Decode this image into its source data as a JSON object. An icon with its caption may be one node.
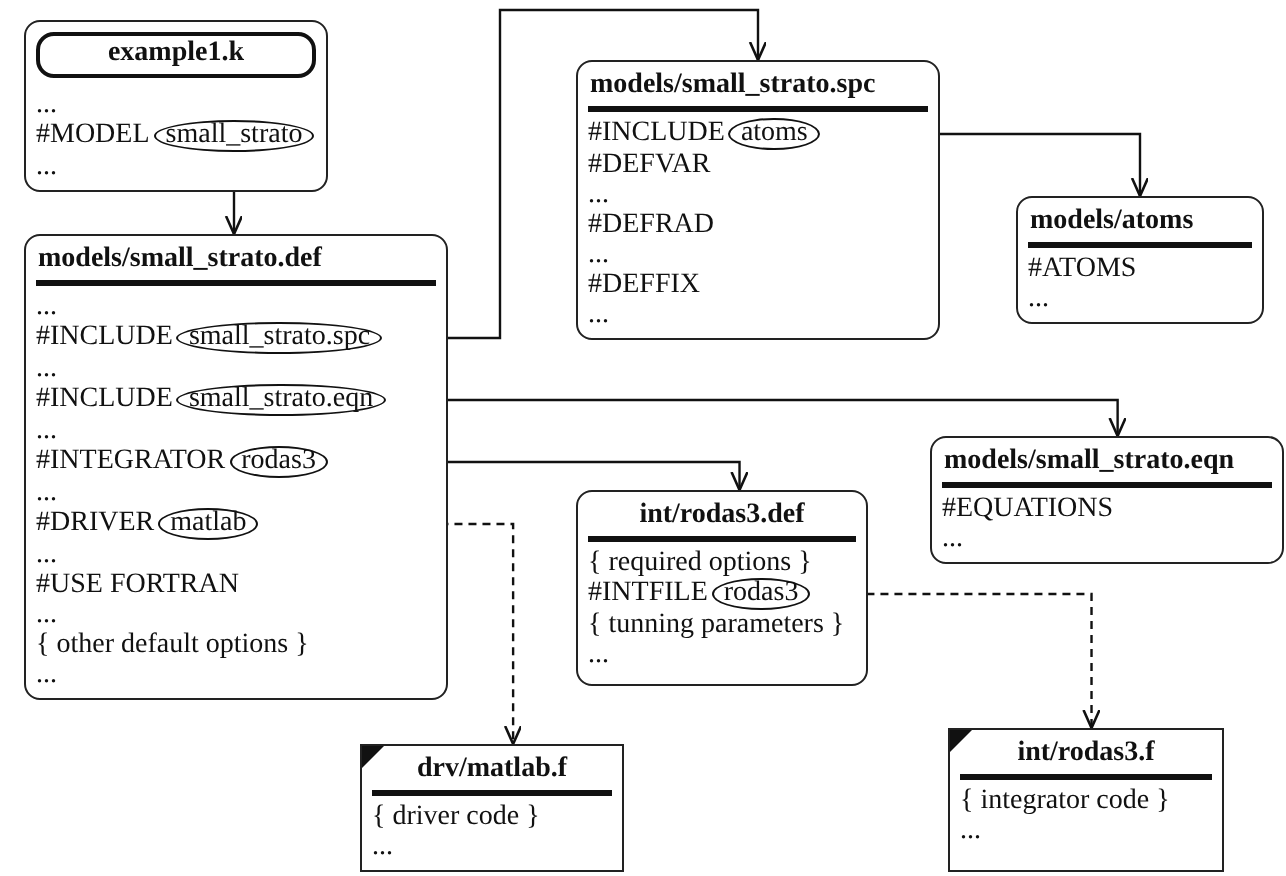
{
  "diagram": {
    "nodes": [
      {
        "text": [
          "example1.k",
          "...",
          "#MODEL",
          "..."
        ]
      },
      {
        "text": [
          "small_strato"
        ],
        "in": 0
      },
      {
        "text": [
          "models/small_strato.def",
          "...",
          "#INCLUDE",
          "...",
          "#INCLUDE",
          "...",
          "#INTEGRATOR",
          "...",
          "#DRIVER",
          "...",
          "#USE FORTRAN",
          "...",
          "{ other default options }",
          "..."
        ]
      },
      {
        "text": [
          "small_strato.spc"
        ],
        "in": 2
      },
      {
        "text": [
          "small_strato.eqn"
        ],
        "in": 2
      },
      {
        "text": [
          "rodas3"
        ],
        "in": 2
      },
      {
        "text": [
          "matlab"
        ],
        "in": 2
      },
      {
        "text": [
          "models/small_strato.spc",
          "#INCLUDE",
          "#DEFVAR",
          "...",
          "#DEFRAD",
          "...",
          "#DEFFIX",
          "..."
        ]
      },
      {
        "text": [
          "atoms"
        ],
        "in": 7
      },
      {
        "text": [
          "models/atoms",
          "#ATOMS",
          "..."
        ]
      },
      {
        "text": [
          "int/rodas3.def",
          "{ required options }",
          "#INTFILE",
          "{ tunning parameters }",
          "..."
        ]
      },
      {
        "text": [
          "rodas3"
        ],
        "in": 10
      },
      {
        "text": [
          "models/small_strato.eqn",
          "#EQUATIONS",
          "..."
        ]
      },
      {
        "text": [
          "drv/matlab.f",
          "{ driver code }",
          "..."
        ]
      },
      {
        "text": [
          "int/rodas3.f",
          "{ integrator code }",
          "..."
        ]
      }
    ],
    "edges": [
      {
        "from": 1,
        "to": 2,
        "arrow": "to"
      },
      {
        "from": 3,
        "to": 7,
        "arrow": "to"
      },
      {
        "from": 8,
        "to": 9,
        "arrow": "to"
      },
      {
        "from": 4,
        "to": 12,
        "arrow": "to"
      },
      {
        "from": 5,
        "to": 10,
        "arrow": "to"
      },
      {
        "from": 6,
        "to": 13,
        "arrow": "to",
        "style": "dashed"
      },
      {
        "from": 11,
        "to": 14,
        "arrow": "to",
        "style": "dashed"
      }
    ]
  }
}
